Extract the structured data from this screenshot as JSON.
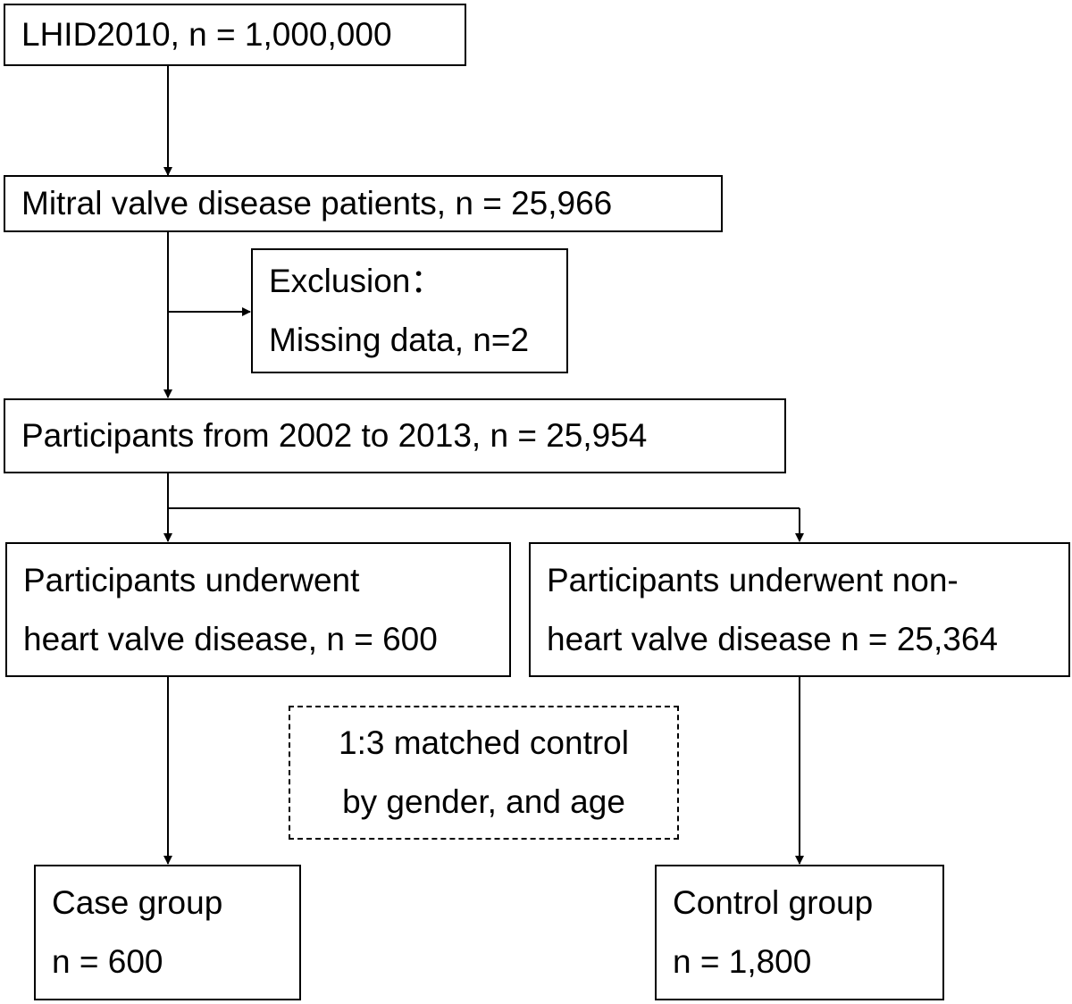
{
  "boxes": {
    "source": {
      "line1": "LHID2010, n = 1,000,000"
    },
    "mitral": {
      "line1": "Mitral valve disease patients, n = 25,966"
    },
    "exclusion": {
      "line1": "Exclusion：",
      "line2": "Missing data, n=2"
    },
    "participants": {
      "line1": "Participants from 2002 to 2013, n = 25,954"
    },
    "valve": {
      "line1": "Participants underwent",
      "line2": "heart valve disease, n = 600"
    },
    "nonvalve": {
      "line1": "Participants underwent non-",
      "line2": "heart valve disease n = 25,364"
    },
    "matching": {
      "line1": "1:3 matched control",
      "line2": "by gender, and age"
    },
    "case": {
      "line1": "Case group",
      "line2": "n = 600"
    },
    "control": {
      "line1": "Control group",
      "line2": "n = 1,800"
    }
  },
  "colors": {
    "stroke": "#000000",
    "background": "#ffffff"
  }
}
